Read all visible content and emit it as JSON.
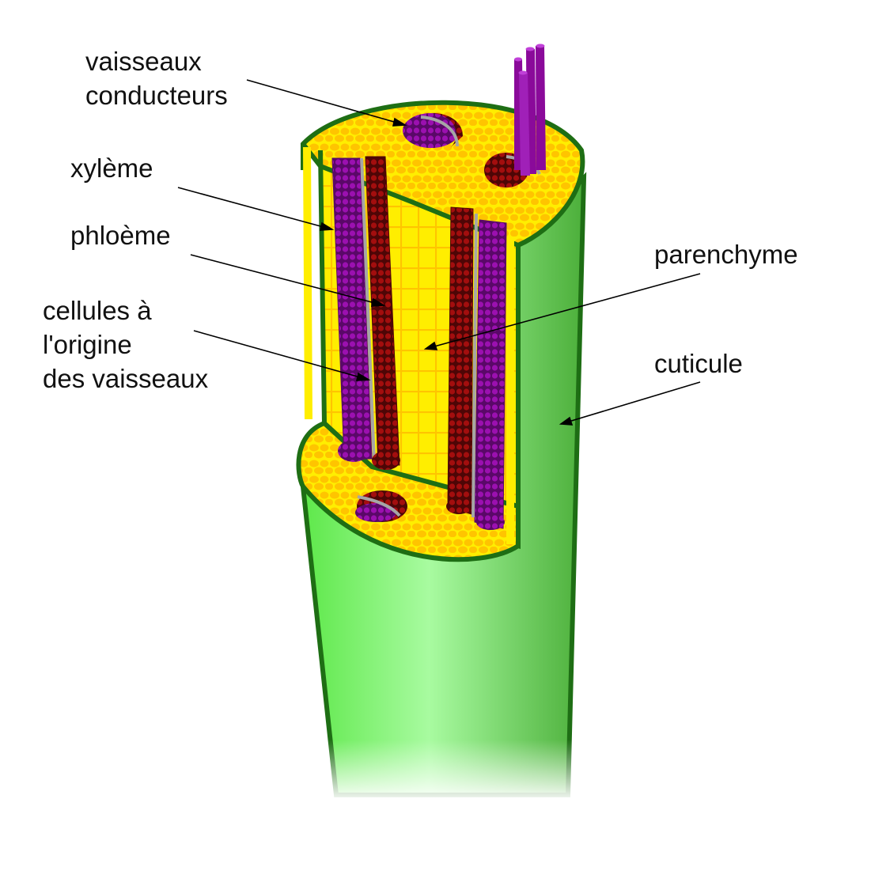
{
  "diagram": {
    "labels": {
      "vaisseaux_conducteurs": [
        "vaisseaux",
        "conducteurs"
      ],
      "xyleme": "xylème",
      "phloeme": "phloème",
      "cellules_origine": [
        "cellules à",
        "l'origine",
        "des vaisseaux"
      ],
      "parenchyme": "parenchyme",
      "cuticule": "cuticule"
    },
    "colors": {
      "cuticle_outline": "#1e6e14",
      "cuticle_fill_light": "#a8fba0",
      "cuticle_fill_mid": "#5ee84a",
      "cuticle_fill_dark": "#4caf3a",
      "parenchyme_bg": "#ffee00",
      "parenchyme_cells": "#ffc400",
      "xylem": "#8a0a9a",
      "phloem": "#8b0a0a",
      "cambium": "#a6a6a6",
      "leader_line": "#000000"
    }
  }
}
